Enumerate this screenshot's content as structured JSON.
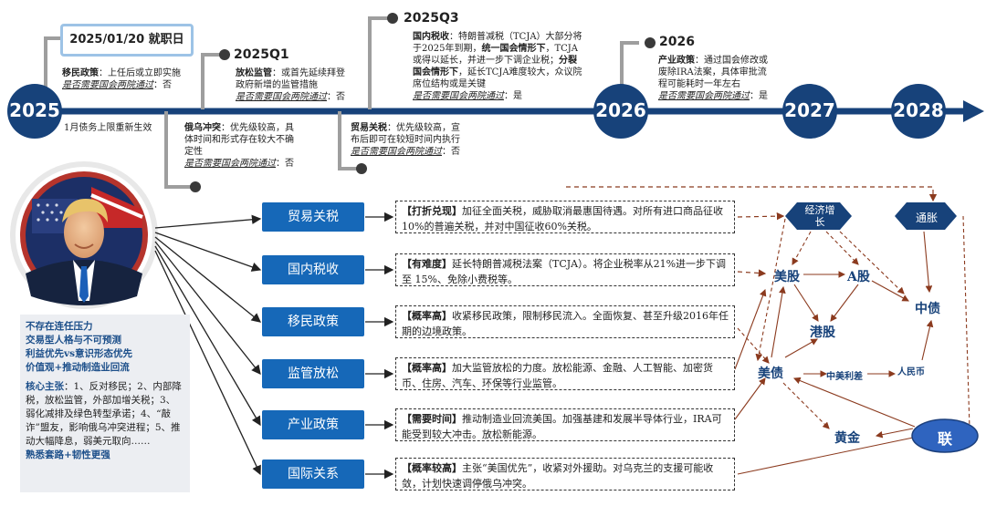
{
  "timeline": {
    "years": [
      "2025",
      "2026",
      "2027",
      "2028"
    ],
    "inauguration": "2025/01/20 就职日",
    "left_note": {
      "policy_label": "移民政策",
      "policy_text": "：上任后或立即实施",
      "approval_label": "是否需要国会两院通过",
      "approval_value": "：否",
      "debt_note": "1月债务上限重新生效"
    },
    "q1": {
      "title": "2025Q1",
      "top_label": "放松监管",
      "top_text_1": "：或首先延续拜登",
      "top_text_2": "政府新增的监管措施",
      "top_approval_label": "是否需要国会两院通过",
      "top_approval_value": "：否",
      "bottom_label": "俄乌冲突",
      "bottom_text_1": "：优先级较高，具",
      "bottom_text_2": "体时间和形式存在较大不确",
      "bottom_text_3": "定性",
      "bottom_approval_label": "是否需要国会两院通过",
      "bottom_approval_value": "：否"
    },
    "q3": {
      "title": "2025Q3",
      "top_label": "国内税收",
      "top_text_1": "：特朗普减税（TCJA）大部分将",
      "top_text_2": "于2025年到期，",
      "top_text_2b": "统一国会情形下",
      "top_text_2c": "，TCJA",
      "top_text_3": "或得以延长，并进一步下调企业税；",
      "top_text_3b": "分裂",
      "top_text_4b": "国会情形下",
      "top_text_4": "，延长TCJA难度较大，众议院",
      "top_text_5": "席位结构或是关键",
      "top_approval_label": "是否需要国会两院通过",
      "top_approval_value": "：是",
      "bottom_label": "贸易关税",
      "bottom_text_1": "：优先级较高，宣",
      "bottom_text_2": "布后即可在较短时间内执行",
      "bottom_approval_label": "是否需要国会两院通过",
      "bottom_approval_value": "：否"
    },
    "y2026": {
      "title": "2026",
      "label": "产业政策",
      "text_1": "：通过国会修改或",
      "text_2": "废除IRA法案，具体审批流",
      "text_3": "程可能耗时一年左右",
      "approval_label": "是否需要国会两院通过",
      "approval_value": "：是"
    }
  },
  "left_panel": {
    "lines_bold": [
      "不存在连任压力",
      "交易型人格与不可预测",
      "利益优先vs意识形态优先",
      "价值观+推动制造业回流"
    ],
    "core_title": "核心主张",
    "core_text": "：1、反对移民；2、内部降税，放松监管，外部加增关税；3、弱化减排及绿色转型承诺；4、“敲诈”盟友，影响俄乌冲突进程；5、推动大幅降息，弱美元取向……",
    "footer": "熟悉套路+韧性更强"
  },
  "policies": [
    {
      "name": "贸易关税",
      "tag": "【打折兑现】",
      "text": "加征全面关税，威胁取消最惠国待遇。对所有进口商品征收10%的普遍关税，并对中国征收60%关税。"
    },
    {
      "name": "国内税收",
      "tag": "【有难度】",
      "text": "延长特朗普减税法案（TCJA）。将企业税率从21%进一步下调至 15%、免除小费税等。"
    },
    {
      "name": "移民政策",
      "tag": "【概率高】",
      "text": "收紧移民政策，限制移民流入。全面恢复、甚至升级2016年任期的边境政策。"
    },
    {
      "name": "监管放松",
      "tag": "【概率高】",
      "text": "加大监管放松的力度。放松能源、金融、人工智能、加密货币、住房、汽车、环保等行业监管。"
    },
    {
      "name": "产业政策",
      "tag": "【需要时间】",
      "text": "推动制造业回流美国。加强基建和发展半导体行业，IRA可能受到较大冲击。放松新能源。"
    },
    {
      "name": "国际关系",
      "tag": "【概率较高】",
      "text": "主张“美国优先”，收紧对外援助。对乌克兰的支援可能收敛，计划快速调停俄乌冲突。"
    }
  ],
  "assets": {
    "growth": "经济增长",
    "inflation": "通胀",
    "us_stocks": "美股",
    "a_shares": "A股",
    "hk_stocks": "港股",
    "cn_bonds": "中债",
    "us_bonds": "美债",
    "spread": "中美利差",
    "rmb": "人民币",
    "gold": "黄金",
    "fed": "联"
  },
  "colors": {
    "timeline": "#17427a",
    "category": "#1668b8",
    "arrow_brown": "#8b3a1e",
    "asset_text": "#17427a",
    "portrait_ring": "#c0392b"
  }
}
